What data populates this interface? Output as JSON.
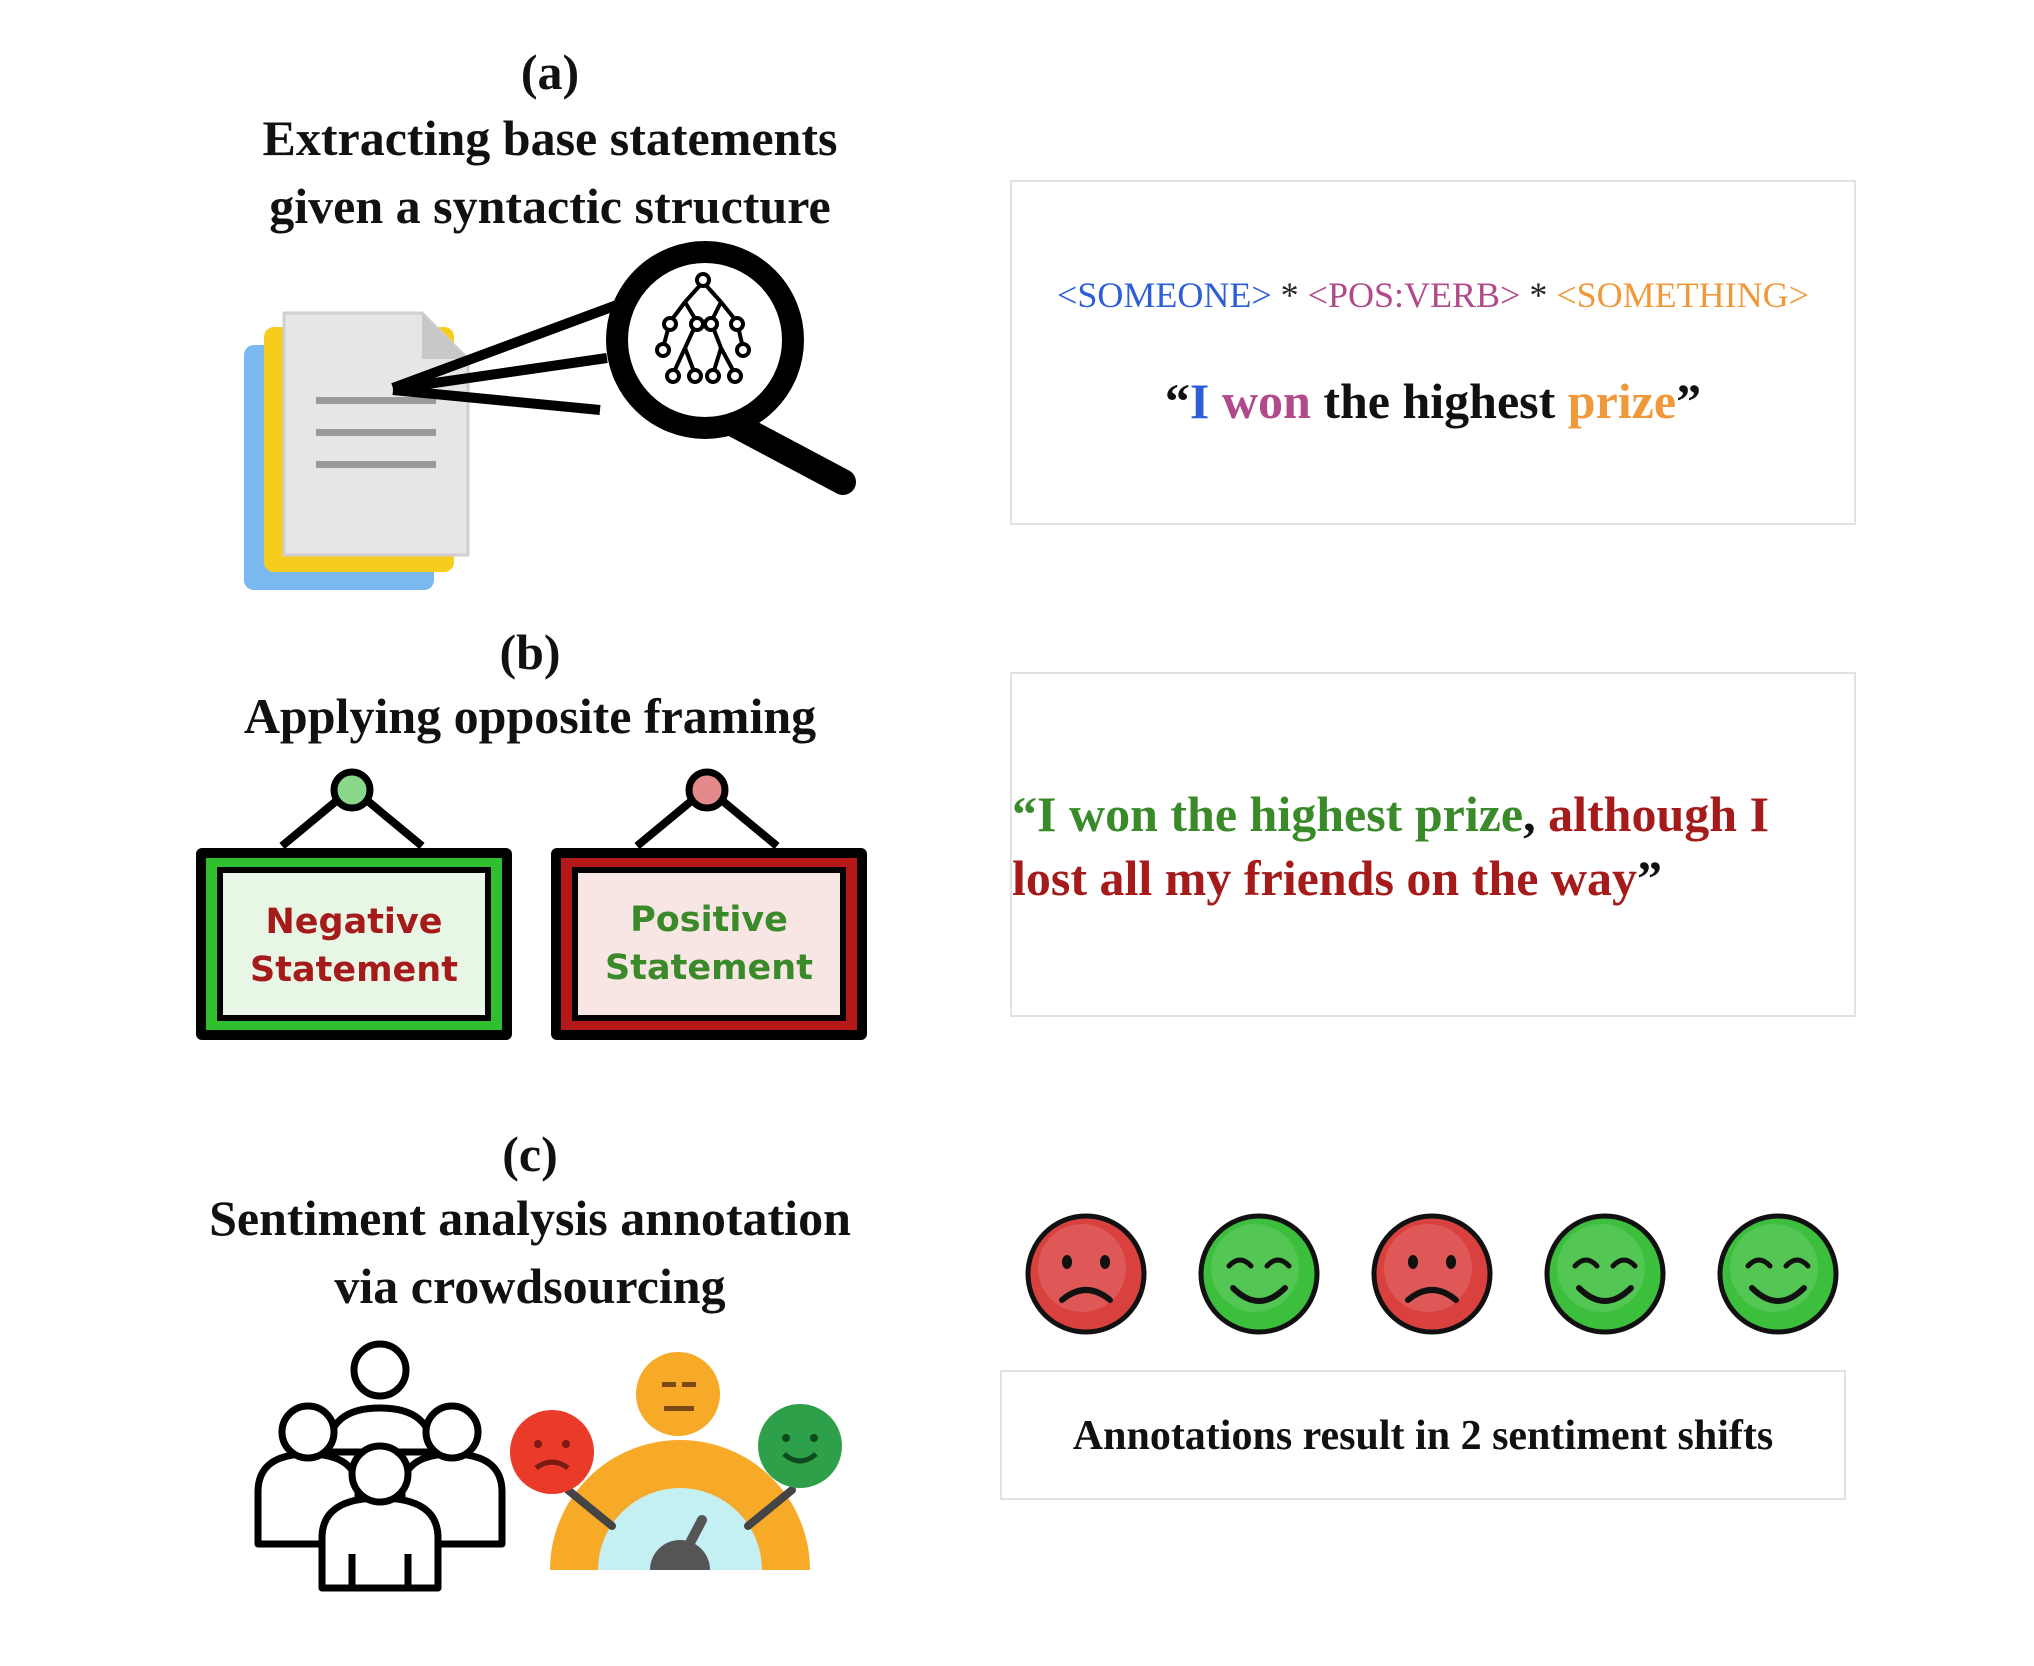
{
  "section_a": {
    "label": "(a)",
    "title_line1": "Extracting base statements",
    "title_line2": "given a syntactic structure",
    "pattern": {
      "someone": "<SOMEONE>",
      "sep1": " * ",
      "verb": "<POS:VERB>",
      "sep2": " * ",
      "something": "<SOMETHING>"
    },
    "example": {
      "open_quote": "“",
      "subject": "I",
      "verb": "won",
      "middle": "the highest",
      "object": "prize",
      "close_quote": "”"
    }
  },
  "section_b": {
    "label": "(b)",
    "title": "Applying opposite framing",
    "sign_left": {
      "line1": "Negative",
      "line2": "Statement"
    },
    "sign_right": {
      "line1": "Positive",
      "line2": "Statement"
    },
    "sentence": {
      "positive_part": "“I won the highest prize",
      "comma": ", ",
      "negative_part": "although I lost all my friends on the way",
      "close_quote": "”"
    }
  },
  "section_c": {
    "label": "(c)",
    "title_line1": "Sentiment analysis annotation",
    "title_line2": "via crowdsourcing",
    "annotations": [
      "sad",
      "happy",
      "sad",
      "happy",
      "happy"
    ],
    "result": "Annotations result in 2 sentiment shifts"
  },
  "colors": {
    "blue": "#2c5fd6",
    "purple": "#b04a8a",
    "orange": "#f0993a",
    "green": "#3a8a2a",
    "dark_red": "#a51a1a",
    "sad_face": "#d9413f",
    "happy_face": "#3cbf3c"
  },
  "icons": {
    "document": "document-stack-icon",
    "magnifier": "magnifier-tree-icon",
    "crowd": "crowd-icon",
    "gauge": "sentiment-gauge-icon"
  }
}
